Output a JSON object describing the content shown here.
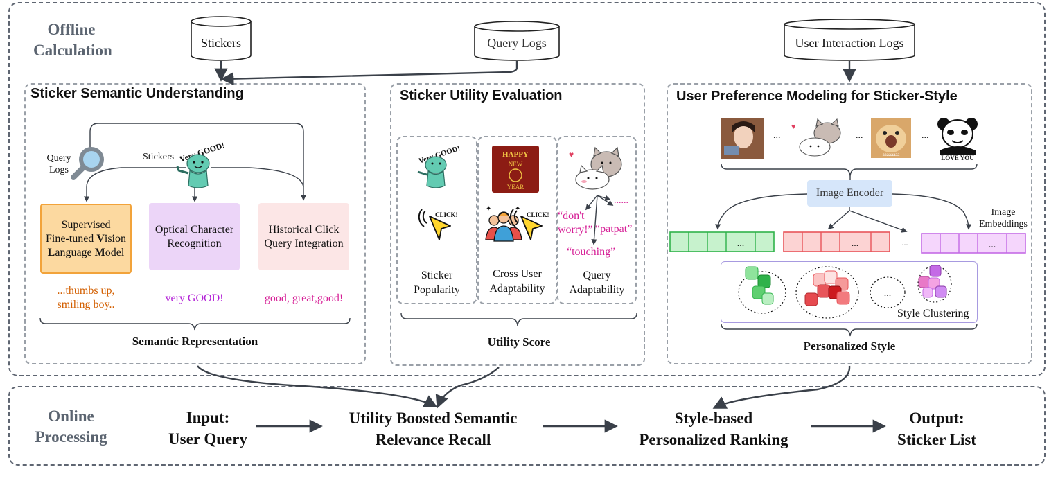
{
  "offline": {
    "label_line1": "Offline",
    "label_line2": "Calculation",
    "sources": {
      "stickers": "Stickers",
      "query_logs": "Query Logs",
      "user_interaction_logs": "User Interaction Logs"
    },
    "semantic": {
      "title": "Sticker Semantic Understanding",
      "query_logs_line1": "Query",
      "query_logs_line2": "Logs",
      "stickers_label": "Stickers",
      "sticker_art_text": "Very GOOD!",
      "vlm_line1": "Supervised",
      "vlm_line2_a": "Fine-tuned ",
      "vlm_line2_b": "V",
      "vlm_line2_c": "ision",
      "vlm_line3_a": "L",
      "vlm_line3_b": "anguage ",
      "vlm_line3_c": "M",
      "vlm_line3_d": "odel",
      "ocr_line1": "Optical Character",
      "ocr_line2": "Recognition",
      "click_line1": "Historical Click",
      "click_line2": "Query Integration",
      "out_vlm_line1": "...thumbs up,",
      "out_vlm_line2": "smiling boy..",
      "out_ocr": "very GOOD!",
      "out_click": "good, great,good!",
      "representation": "Semantic Representation",
      "colors": {
        "vlm": "#fcd9a0",
        "ocr": "#ecd5f8",
        "click": "#fce6e6",
        "orange": "#d35f00",
        "purple": "#b21fd6",
        "pink": "#d61f96"
      }
    },
    "utility": {
      "title": "Sticker Utility Evaluation",
      "click_text": "CLICK!",
      "happy_line1": "HAPPY",
      "happy_line2": "NEW",
      "happy_line3": "YEAR",
      "sticker_art_text": "Very GOOD!",
      "popularity_line1": "Sticker",
      "popularity_line2": "Popularity",
      "cross_line1": "Cross User",
      "cross_line2": "Adaptability",
      "query_line1": "Query",
      "query_line2": "Adaptability",
      "q_dontworry_line1": "“don't",
      "q_dontworry_line2": "worry!”",
      "q_patpat": "“patpat”",
      "q_touching": "“touching”",
      "q_more": "......",
      "score": "Utility Score"
    },
    "preference": {
      "title": "User Preference Modeling for Sticker-Style",
      "dots": "...",
      "cat_caption": "aaaaaaaa",
      "panda_caption": "LOVE YOU",
      "encoder": "Image Encoder",
      "embeddings_line1": "Image",
      "embeddings_line2": "Embeddings",
      "emb_dots": "...",
      "between_dots": "...",
      "clustering": "Style Clustering",
      "cluster_dots": "...",
      "personalized": "Personalized Style",
      "colors": {
        "green": "#2fb24a",
        "red": "#e8555a",
        "purple": "#c46ae6",
        "encoder": "#d6e6fa"
      }
    }
  },
  "online": {
    "label_line1": "Online",
    "label_line2": "Processing",
    "input_line1": "Input:",
    "input_line2": "User Query",
    "recall_line1": "Utility Boosted Semantic",
    "recall_line2": "Relevance Recall",
    "rank_line1": "Style-based",
    "rank_line2": "Personalized Ranking",
    "output_line1": "Output:",
    "output_line2": "Sticker List"
  }
}
